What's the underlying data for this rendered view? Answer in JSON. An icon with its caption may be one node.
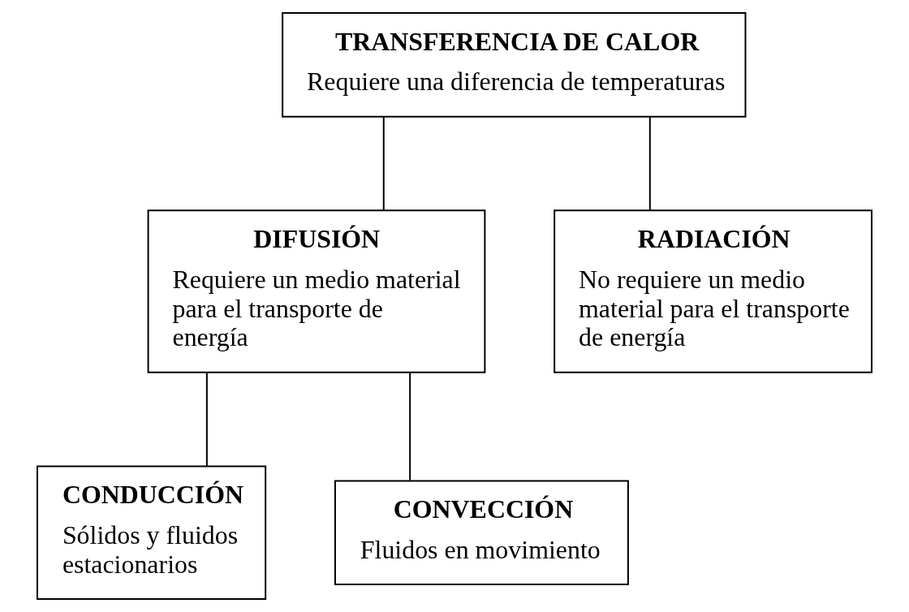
{
  "diagram": {
    "nodes": [
      {
        "text": [
          "TRANSFERENCIA DE CALOR",
          "Requiere una diferencia de temperaturas"
        ]
      },
      {
        "text": [
          "DIFUSIÓN",
          "Requiere un medio material para el transporte de energía"
        ]
      },
      {
        "text": [
          "RADIACIÓN",
          "No requiere un medio material para el transporte de energía"
        ]
      },
      {
        "text": [
          "CONDUCCIÓN",
          "Sólidos y fluidos estacionarios"
        ]
      },
      {
        "text": [
          "CONVECCIÓN",
          "Fluidos en movimiento"
        ]
      }
    ],
    "edges": [
      {
        "from": 0,
        "to": 1,
        "arrow": "none"
      },
      {
        "from": 0,
        "to": 2,
        "arrow": "none"
      },
      {
        "from": 1,
        "to": 3,
        "arrow": "none"
      },
      {
        "from": 1,
        "to": 4,
        "arrow": "none"
      }
    ]
  }
}
